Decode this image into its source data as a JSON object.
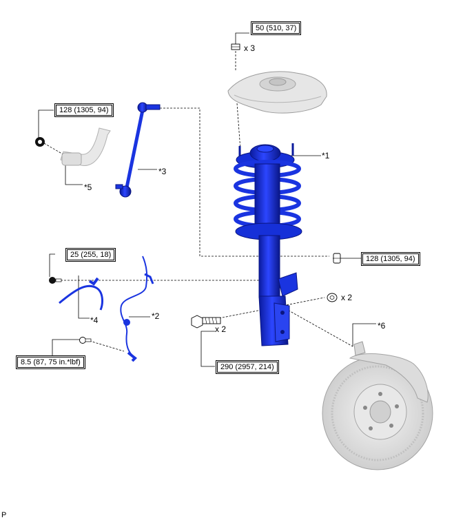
{
  "torque_specs": {
    "upper_nut": "50 (510, 37)",
    "stabilizer_link_nut": "128 (1305, 94)",
    "lower_link_nut": "128 (1305, 94)",
    "flexible_hose_bolt": "25 (255, 18)",
    "speed_sensor_bolt": "8.5 (87, 75 in.*lbf)",
    "knuckle_bolt": "290 (2957, 214)"
  },
  "quantities": {
    "upper_nut": "x 3",
    "lower_nut": "x 2",
    "knuckle_bolt": "x 2"
  },
  "callouts": {
    "c1": "*1",
    "c2": "*2",
    "c3": "*3",
    "c4": "*4",
    "c5": "*5",
    "c6": "*6"
  },
  "corner_mark": "P",
  "colors": {
    "part_blue": "#1a2fd6",
    "part_gray": "#e2e2e2",
    "line": "#000000"
  }
}
